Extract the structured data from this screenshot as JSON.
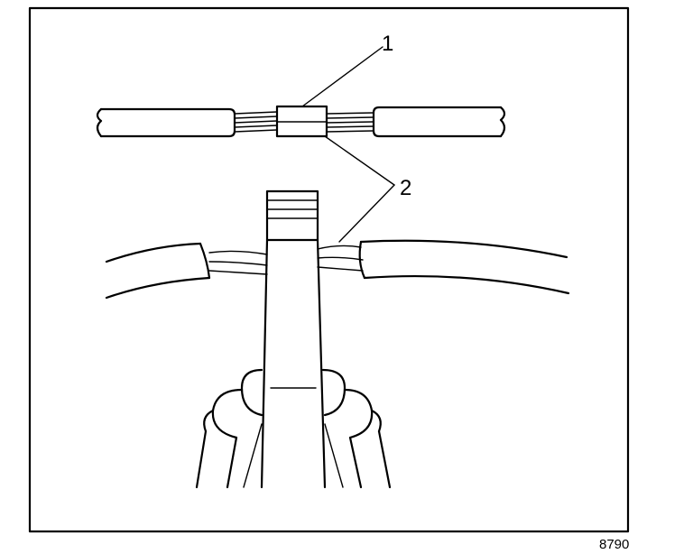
{
  "diagram": {
    "callouts": [
      {
        "id": "1",
        "label": "1"
      },
      {
        "id": "2",
        "label": "2"
      }
    ],
    "figure_number": "8790",
    "colors": {
      "ink": "#000000",
      "paper": "#ffffff"
    }
  }
}
